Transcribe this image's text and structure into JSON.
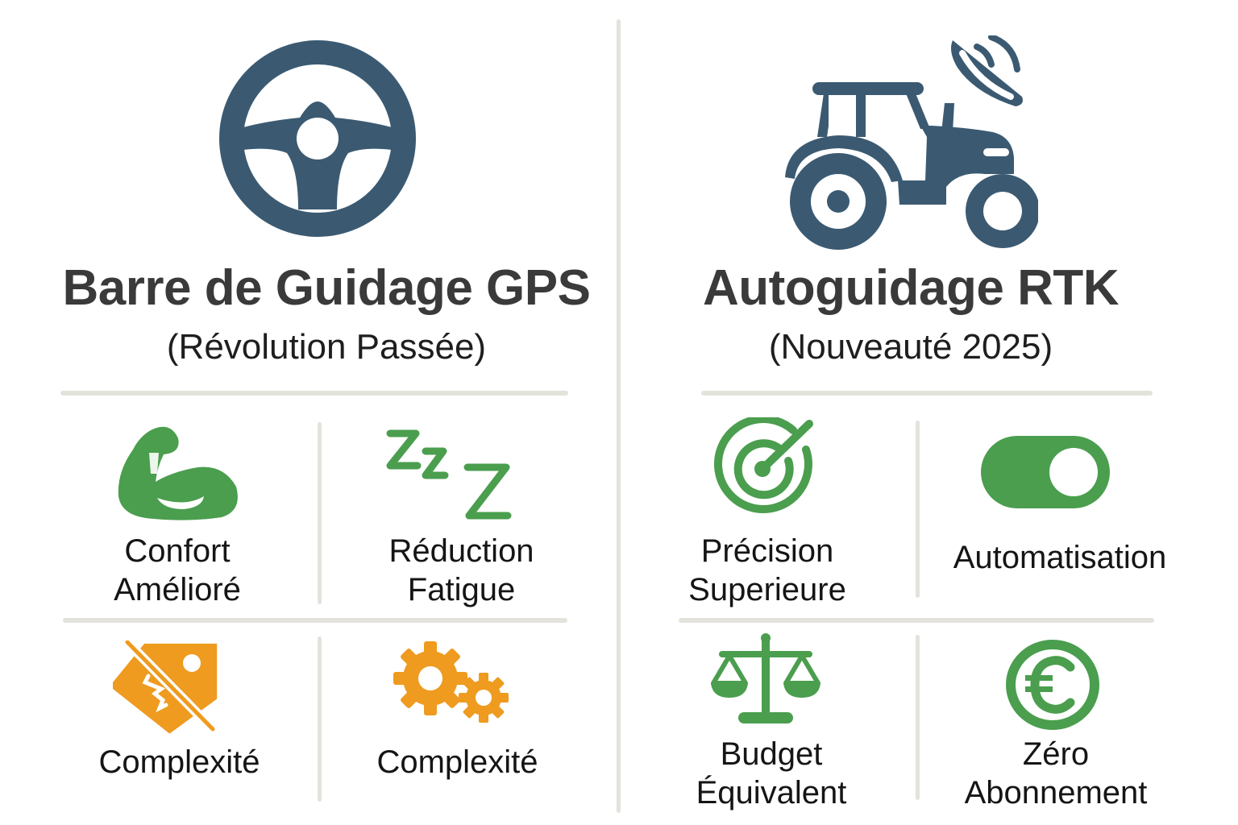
{
  "colors": {
    "primary_icon": "#3b5a72",
    "positive": "#4a9e4e",
    "warning": "#ee9b1f",
    "title_text": "#3a3a3a",
    "body_text": "#151515",
    "divider": "#e3e3dc"
  },
  "left_panel": {
    "icon": "steering-wheel-icon",
    "title": "Barre de Guidage GPS",
    "subtitle": "(Révolution Passée)",
    "cells": [
      {
        "icon": "flexed-arm-icon",
        "color": "positive",
        "label_lines": [
          "Confort",
          "Amélioré"
        ]
      },
      {
        "icon": "zzz-sleep-icon",
        "color": "positive",
        "label_lines": [
          "Réduction",
          "Fatigue"
        ]
      },
      {
        "icon": "price-tag-off-icon",
        "color": "warning",
        "label_lines": [
          "Complexité"
        ]
      },
      {
        "icon": "gears-icon",
        "color": "warning",
        "label_lines": [
          "Complexité"
        ]
      }
    ]
  },
  "right_panel": {
    "icon": "tractor-satellite-icon",
    "title": "Autoguidage RTK",
    "subtitle": "(Nouveauté 2025)",
    "cells": [
      {
        "icon": "target-icon",
        "color": "positive",
        "label_lines": [
          "Précision",
          "Superieure"
        ]
      },
      {
        "icon": "toggle-on-icon",
        "color": "positive",
        "label_lines": [
          "Automatisation"
        ]
      },
      {
        "icon": "balance-scale-icon",
        "color": "positive",
        "label_lines": [
          "Budget",
          "Équivalent"
        ]
      },
      {
        "icon": "euro-coin-icon",
        "color": "positive",
        "label_lines": [
          "Zéro",
          "Abonnement"
        ]
      }
    ]
  }
}
